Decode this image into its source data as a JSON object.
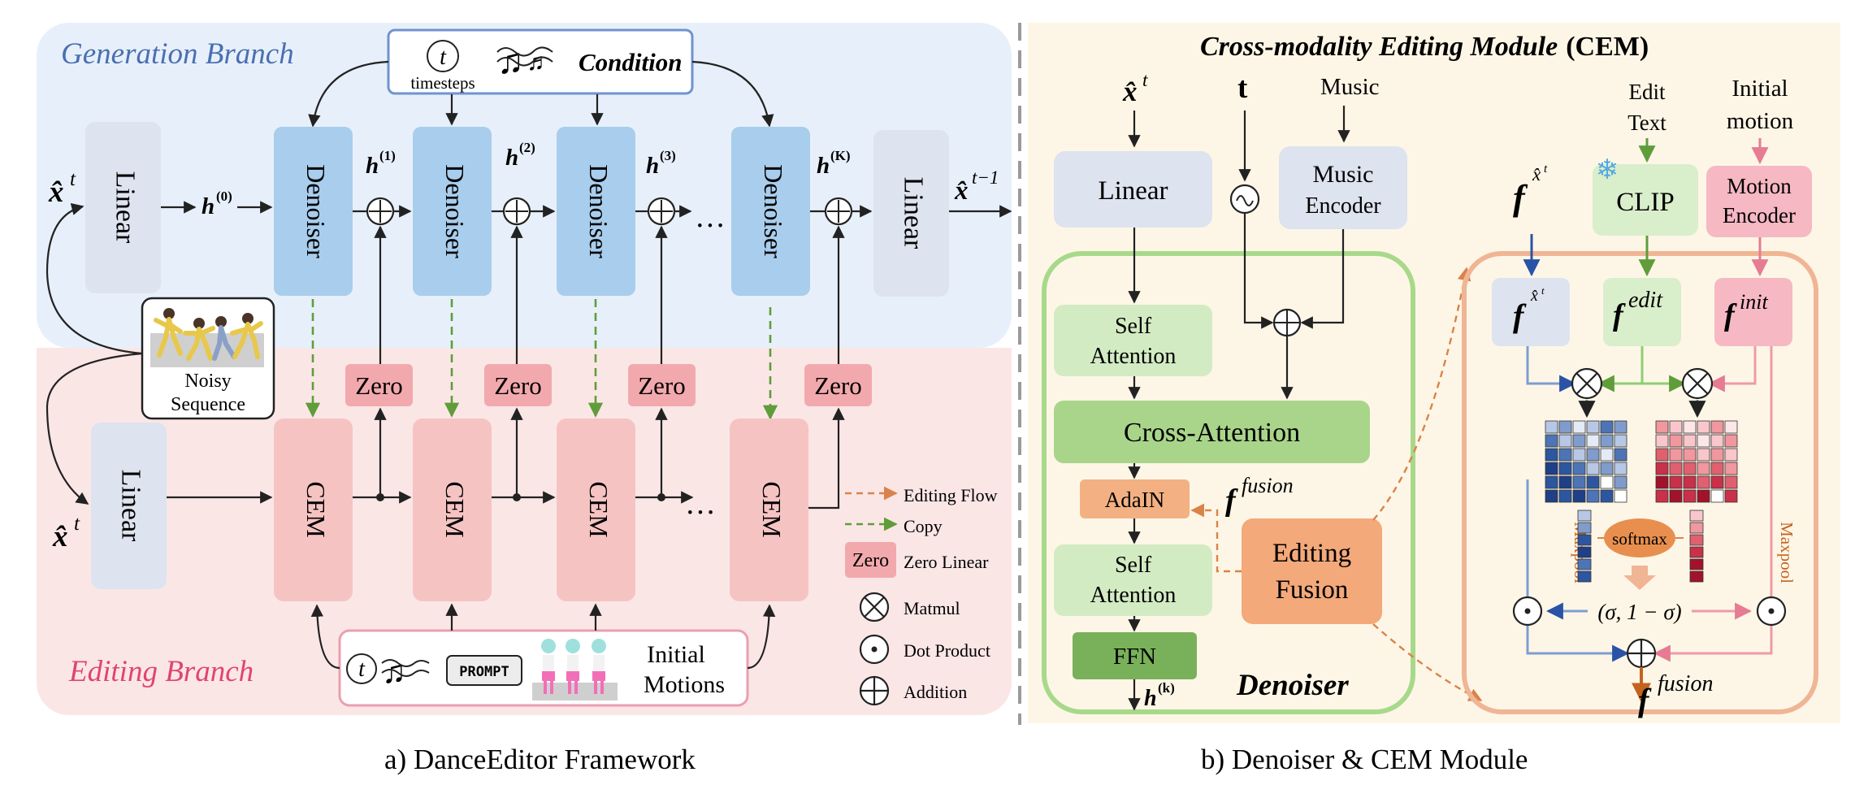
{
  "left_panel": {
    "generation_branch_label": "Generation Branch",
    "editing_branch_label": "Editing Branch",
    "condition_box": {
      "t_symbol": "t",
      "timesteps_label": "timesteps",
      "condition_label": "Condition"
    },
    "input_gen": "x̂",
    "input_gen_sup": "t",
    "input_edit": "x̂",
    "input_edit_sup": "t",
    "output": "x̂",
    "output_sup": "t−1",
    "linear_label": "Linear",
    "denoiser_label": "Denoiser",
    "cem_label": "CEM",
    "zero_label": "Zero",
    "h_labels": [
      "h",
      "h",
      "h",
      "h",
      "h"
    ],
    "h_sups": [
      "(0)",
      "(1)",
      "(2)",
      "(3)",
      "(K)"
    ],
    "ellipsis": "···",
    "noisy_sequence": [
      "Noisy",
      "Sequence"
    ],
    "bottom_inputs": {
      "t_symbol": "t",
      "prompt_label": "PROMPT",
      "initial_motions": [
        "Initial",
        "Motions"
      ]
    },
    "legend": {
      "editing_flow": "Editing Flow",
      "copy": "Copy",
      "zero_box": "Zero",
      "zero_linear": "Zero Linear",
      "matmul": "Matmul",
      "dot_product": "Dot Product",
      "addition": "Addition"
    },
    "caption": "a) DanceEditor Framework"
  },
  "right_panel": {
    "title_italic": "Cross-modality Editing Module",
    "title_abbr": "(CEM)",
    "input_x": "x̂",
    "input_x_sup": "t",
    "input_t": "t",
    "music_label": "Music",
    "linear_label": "Linear",
    "music_encoder": [
      "Music",
      "Encoder"
    ],
    "self_attention": [
      "Self",
      "Attention"
    ],
    "cross_attention": "Cross-Attention",
    "adain": "AdaIN",
    "ffn": "FFN",
    "h_out": "h",
    "h_out_sup": "(k)",
    "f_fusion_label": "f",
    "f_fusion_sup": "fusion",
    "editing_fusion": [
      "Editing",
      "Fusion"
    ],
    "denoiser_label": "Denoiser",
    "edit_text": [
      "Edit",
      "Text"
    ],
    "initial_motion": [
      "Initial",
      "motion"
    ],
    "clip": "CLIP",
    "motion_encoder": [
      "Motion",
      "Encoder"
    ],
    "f_x": "f",
    "f_x_sup": "x̂",
    "f_x_sup2": "t",
    "f_edit": "f",
    "f_edit_sup": "edit",
    "f_init": "f",
    "f_init_sup": "init",
    "maxpool": "Maxpool",
    "softmax": "softmax",
    "sigma": "(σ, 1 − σ)",
    "f_fusion_out": "f",
    "f_fusion_out_sup": "fusion",
    "caption": "b) Denoiser & CEM Module"
  },
  "colors": {
    "gen_bg": "#e7f0fa",
    "edit_bg": "#fbe6e6",
    "right_bg": "#fdf6e6",
    "denoiser_fill": "#a9cdec",
    "cem_fill": "#f6c3c3",
    "zero_fill": "#f2a9ad",
    "linear_fill": "#dde3ef",
    "blue_text": "#4a6fb2",
    "pink_text": "#e0456e",
    "green_border": "#a8d98b",
    "orange_border": "#f0b594",
    "green_fill": "#bfe0a7",
    "green_dark": "#79b15a",
    "orange_fill": "#f3a97a",
    "softmax_fill": "#e88f4f"
  }
}
